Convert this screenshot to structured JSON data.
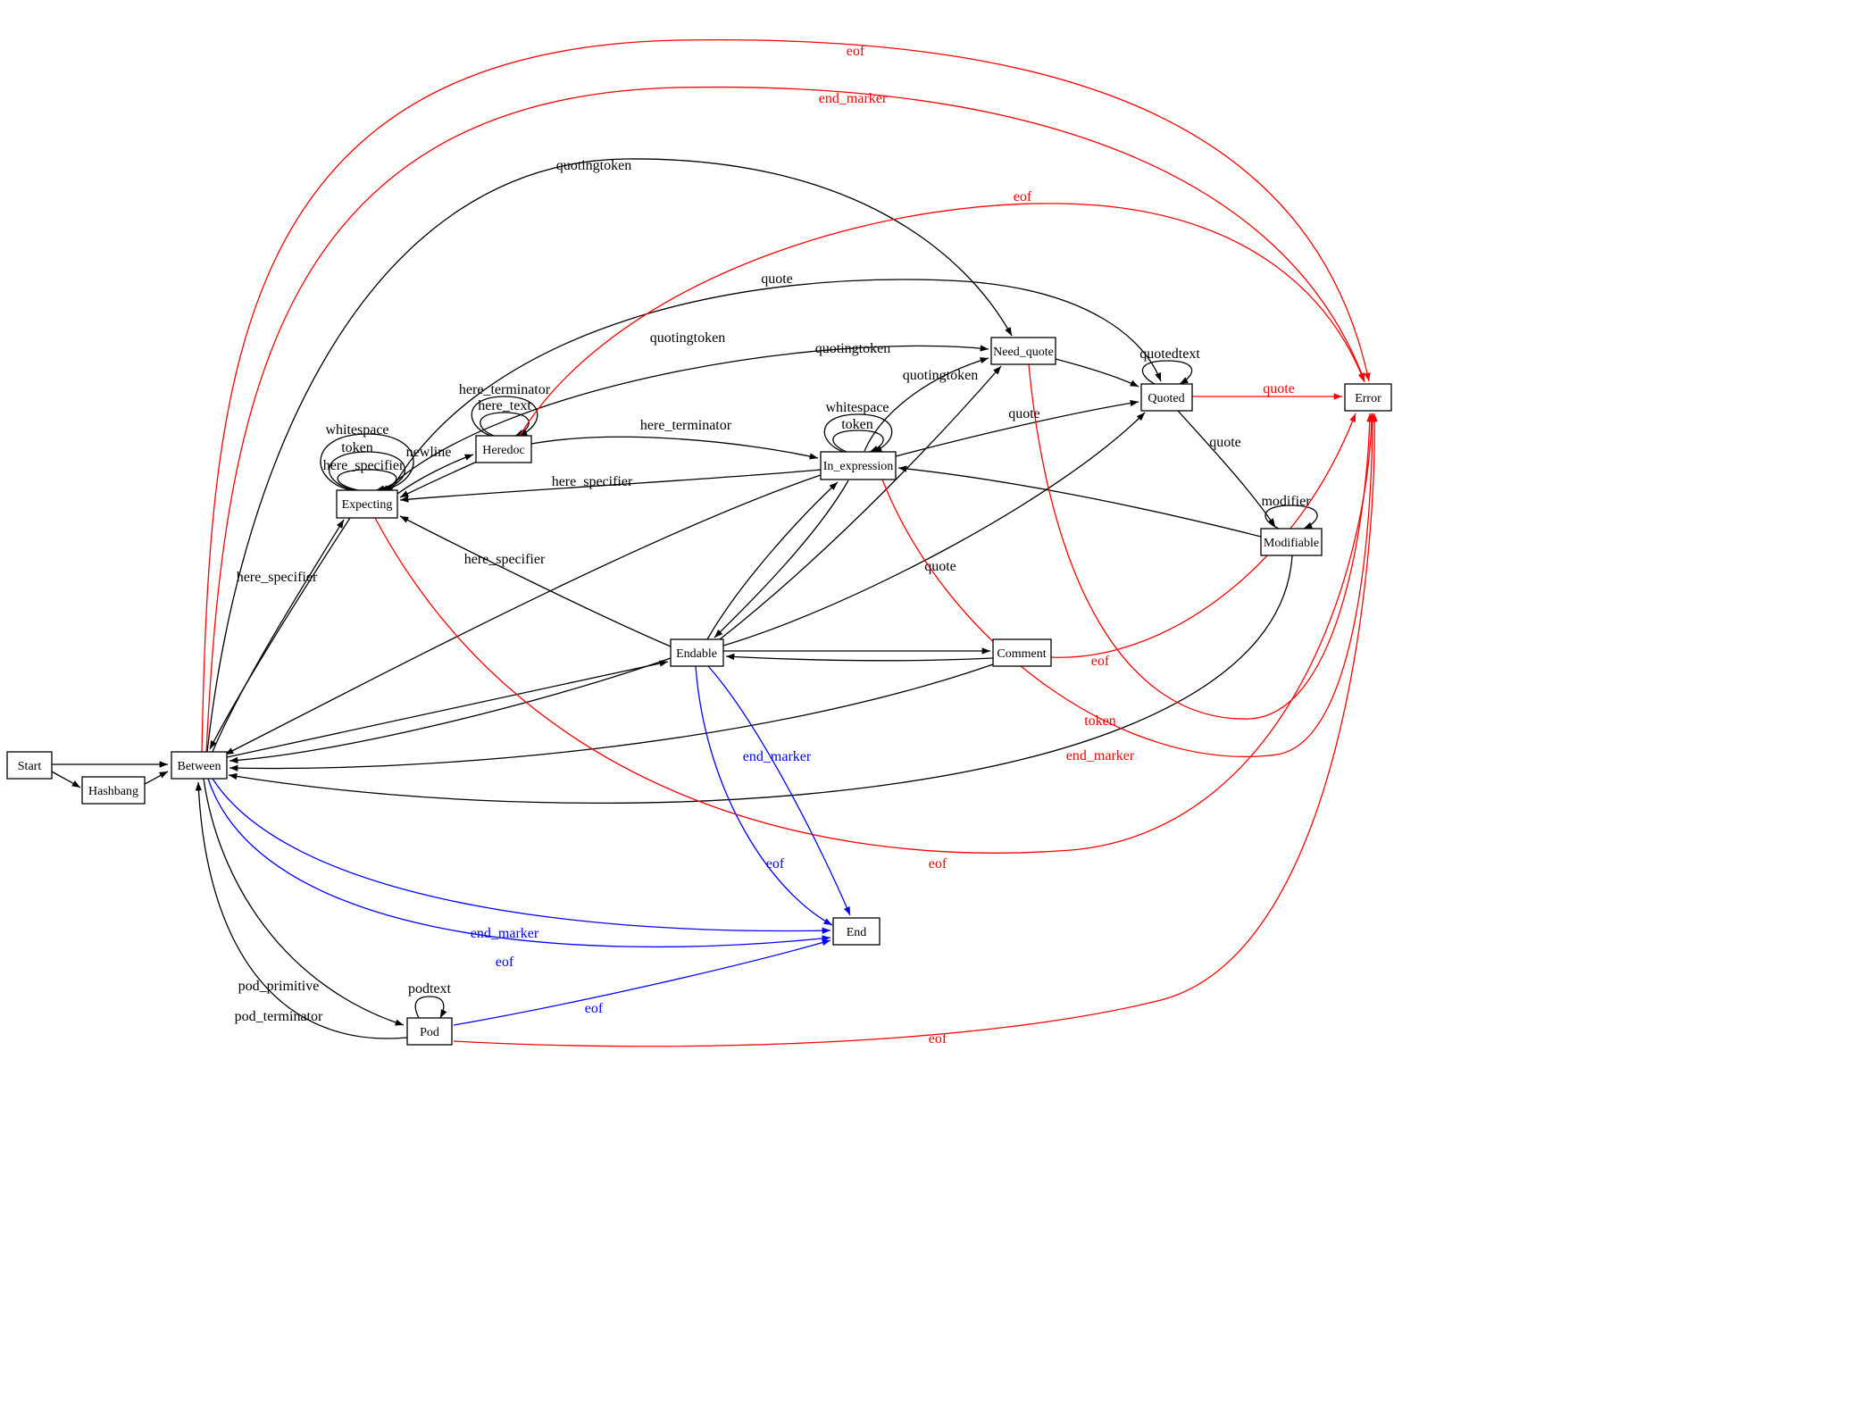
{
  "diagram": {
    "type": "state-machine-graph",
    "colors": {
      "edge_default": "#000000",
      "edge_error": "#ff0000",
      "edge_end": "#0000ff",
      "node_fill": "#ffffff",
      "node_stroke": "#000000",
      "background": "#ffffff"
    },
    "nodes": [
      {
        "id": "Start",
        "label": "Start"
      },
      {
        "id": "Hashbang",
        "label": "Hashbang"
      },
      {
        "id": "Between",
        "label": "Between"
      },
      {
        "id": "Expecting",
        "label": "Expecting"
      },
      {
        "id": "Heredoc",
        "label": "Heredoc"
      },
      {
        "id": "In_expression",
        "label": "In_expression"
      },
      {
        "id": "Need_quote",
        "label": "Need_quote"
      },
      {
        "id": "Quoted",
        "label": "Quoted"
      },
      {
        "id": "Error",
        "label": "Error"
      },
      {
        "id": "Modifiable",
        "label": "Modifiable"
      },
      {
        "id": "Endable",
        "label": "Endable"
      },
      {
        "id": "Comment",
        "label": "Comment"
      },
      {
        "id": "End",
        "label": "End"
      },
      {
        "id": "Pod",
        "label": "Pod"
      }
    ],
    "edges": [
      {
        "from": "Start",
        "to": "Hashbang",
        "label": "",
        "color": "black"
      },
      {
        "from": "Start",
        "to": "Between",
        "label": "",
        "color": "black"
      },
      {
        "from": "Hashbang",
        "to": "Between",
        "label": "",
        "color": "black"
      },
      {
        "from": "Between",
        "to": "Expecting",
        "label": "here_specifier",
        "color": "black"
      },
      {
        "from": "Between",
        "to": "Pod",
        "label": "pod_primitive",
        "color": "black"
      },
      {
        "from": "Pod",
        "to": "Between",
        "label": "pod_terminator",
        "color": "black"
      },
      {
        "from": "Pod",
        "to": "Pod",
        "label": "podtext",
        "color": "black"
      },
      {
        "from": "Expecting",
        "to": "Expecting",
        "label": "whitespace",
        "color": "black"
      },
      {
        "from": "Expecting",
        "to": "Expecting",
        "label": "token",
        "color": "black"
      },
      {
        "from": "Expecting",
        "to": "Expecting",
        "label": "here_specifier",
        "color": "black"
      },
      {
        "from": "Expecting",
        "to": "Heredoc",
        "label": "newline",
        "color": "black"
      },
      {
        "from": "Heredoc",
        "to": "Expecting",
        "label": "",
        "color": "black"
      },
      {
        "from": "Heredoc",
        "to": "Heredoc",
        "label": "here_terminator",
        "color": "black"
      },
      {
        "from": "Heredoc",
        "to": "Heredoc",
        "label": "here_text",
        "color": "black"
      },
      {
        "from": "Heredoc",
        "to": "In_expression",
        "label": "here_terminator",
        "color": "black"
      },
      {
        "from": "In_expression",
        "to": "In_expression",
        "label": "whitespace",
        "color": "black"
      },
      {
        "from": "In_expression",
        "to": "In_expression",
        "label": "token",
        "color": "black"
      },
      {
        "from": "In_expression",
        "to": "Expecting",
        "label": "here_specifier",
        "color": "black"
      },
      {
        "from": "Endable",
        "to": "Expecting",
        "label": "here_specifier",
        "color": "black"
      },
      {
        "from": "Endable",
        "to": "In_expression",
        "label": "",
        "color": "black"
      },
      {
        "from": "In_expression",
        "to": "Endable",
        "label": "",
        "color": "black"
      },
      {
        "from": "Between",
        "to": "Need_quote",
        "label": "quotingtoken",
        "color": "black"
      },
      {
        "from": "Expecting",
        "to": "Need_quote",
        "label": "quotingtoken",
        "color": "black"
      },
      {
        "from": "In_expression",
        "to": "Need_quote",
        "label": "quotingtoken",
        "color": "black"
      },
      {
        "from": "Endable",
        "to": "Need_quote",
        "label": "quotingtoken",
        "color": "black"
      },
      {
        "from": "Quoted",
        "to": "Quoted",
        "label": "quotedtext",
        "color": "black"
      },
      {
        "from": "Quoted",
        "to": "Modifiable",
        "label": "quote",
        "color": "black"
      },
      {
        "from": "Modifiable",
        "to": "Modifiable",
        "label": "modifier",
        "color": "black"
      },
      {
        "from": "Modifiable",
        "to": "In_expression",
        "label": "",
        "color": "black"
      },
      {
        "from": "In_expression",
        "to": "Quoted",
        "label": "quote",
        "color": "black"
      },
      {
        "from": "Expecting",
        "to": "Quoted",
        "label": "quote",
        "color": "black"
      },
      {
        "from": "Endable",
        "to": "Quoted",
        "label": "quote",
        "color": "black"
      },
      {
        "from": "Need_quote",
        "to": "Quoted",
        "label": "",
        "color": "black"
      },
      {
        "from": "Endable",
        "to": "Comment",
        "label": "",
        "color": "black"
      },
      {
        "from": "Comment",
        "to": "Endable",
        "label": "",
        "color": "black"
      },
      {
        "from": "Comment",
        "to": "Between",
        "label": "",
        "color": "black"
      },
      {
        "from": "Endable",
        "to": "Between",
        "label": "",
        "color": "black"
      },
      {
        "from": "In_expression",
        "to": "Between",
        "label": "",
        "color": "black"
      },
      {
        "from": "Modifiable",
        "to": "Between",
        "label": "",
        "color": "black"
      },
      {
        "from": "Expecting",
        "to": "Between",
        "label": "",
        "color": "black"
      },
      {
        "from": "Between",
        "to": "Endable",
        "label": "",
        "color": "black"
      },
      {
        "from": "Between",
        "to": "Error",
        "label": "eof",
        "color": "red"
      },
      {
        "from": "Between",
        "to": "Error",
        "label": "end_marker",
        "color": "red"
      },
      {
        "from": "Heredoc",
        "to": "Error",
        "label": "eof",
        "color": "red"
      },
      {
        "from": "Quoted",
        "to": "Error",
        "label": "quote",
        "color": "red"
      },
      {
        "from": "Comment",
        "to": "Error",
        "label": "eof",
        "color": "red"
      },
      {
        "from": "Need_quote",
        "to": "Error",
        "label": "token",
        "color": "red"
      },
      {
        "from": "In_expression",
        "to": "Error",
        "label": "end_marker",
        "color": "red"
      },
      {
        "from": "Expecting",
        "to": "Error",
        "label": "eof",
        "color": "red"
      },
      {
        "from": "Pod",
        "to": "Error",
        "label": "eof",
        "color": "red"
      },
      {
        "from": "Endable",
        "to": "End",
        "label": "end_marker",
        "color": "blue"
      },
      {
        "from": "Endable",
        "to": "End",
        "label": "eof",
        "color": "blue"
      },
      {
        "from": "Between",
        "to": "End",
        "label": "end_marker",
        "color": "blue"
      },
      {
        "from": "Between",
        "to": "End",
        "label": "eof",
        "color": "blue"
      },
      {
        "from": "Pod",
        "to": "End",
        "label": "eof",
        "color": "blue"
      }
    ]
  }
}
